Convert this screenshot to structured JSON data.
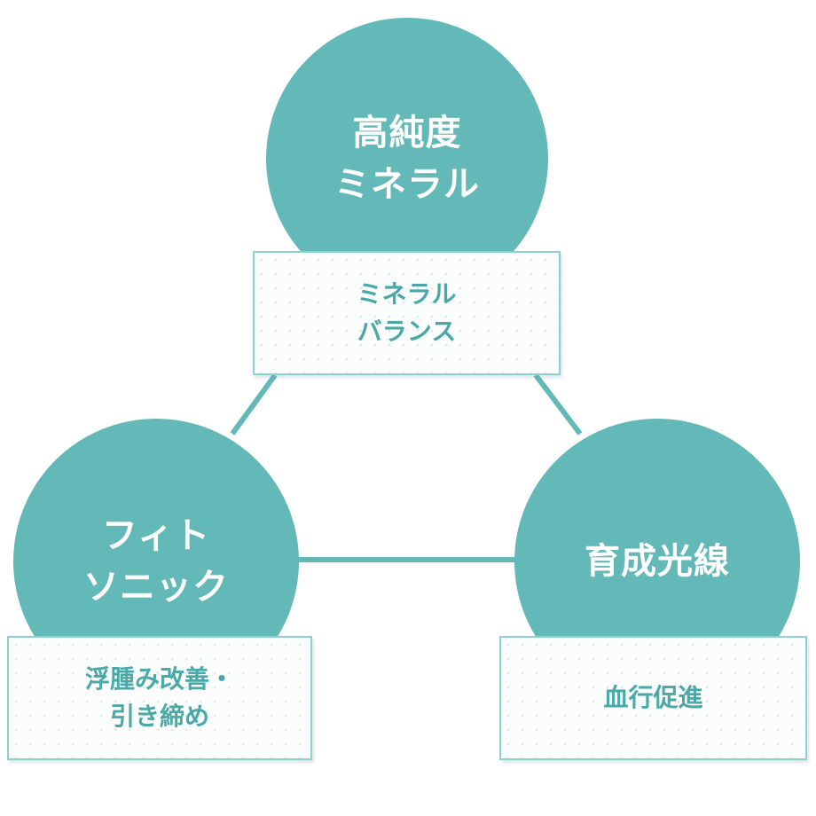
{
  "colors": {
    "circle_fill": "#63b9b8",
    "circle_text": "#ffffff",
    "box_border": "#8fcfcd",
    "box_text": "#4aa9a8",
    "connector": "#63b9b8"
  },
  "nodes": [
    {
      "id": "top",
      "circle_lines": [
        "高純度",
        "ミネラル"
      ],
      "box_lines": [
        "ミネラル",
        "バランス"
      ]
    },
    {
      "id": "left",
      "circle_lines": [
        "フィト",
        "ソニック"
      ],
      "box_lines": [
        "浮腫み改善・",
        "引き締め"
      ]
    },
    {
      "id": "right",
      "circle_lines": [
        "育成光線"
      ],
      "box_lines": [
        "血行促進"
      ]
    }
  ]
}
